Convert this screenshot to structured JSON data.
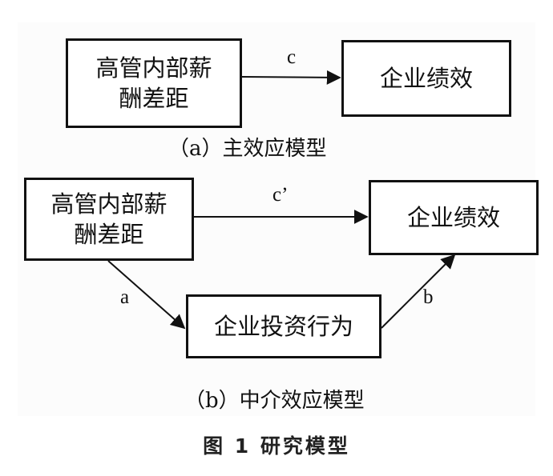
{
  "panel_a": {
    "source_box": {
      "line1": "高管内部薪",
      "line2": "酬差距"
    },
    "target_box": "企业绩效",
    "edge_label": "c",
    "caption": "（a）主效应模型"
  },
  "panel_b": {
    "source_box": {
      "line1": "高管内部薪",
      "line2": "酬差距"
    },
    "target_box": "企业绩效",
    "mediator_box": "企业投资行为",
    "edge_label_direct": "c’",
    "edge_label_a": "a",
    "edge_label_b": "b",
    "caption": "（b）中介效应模型"
  },
  "figure_title": "图 1   研究模型"
}
